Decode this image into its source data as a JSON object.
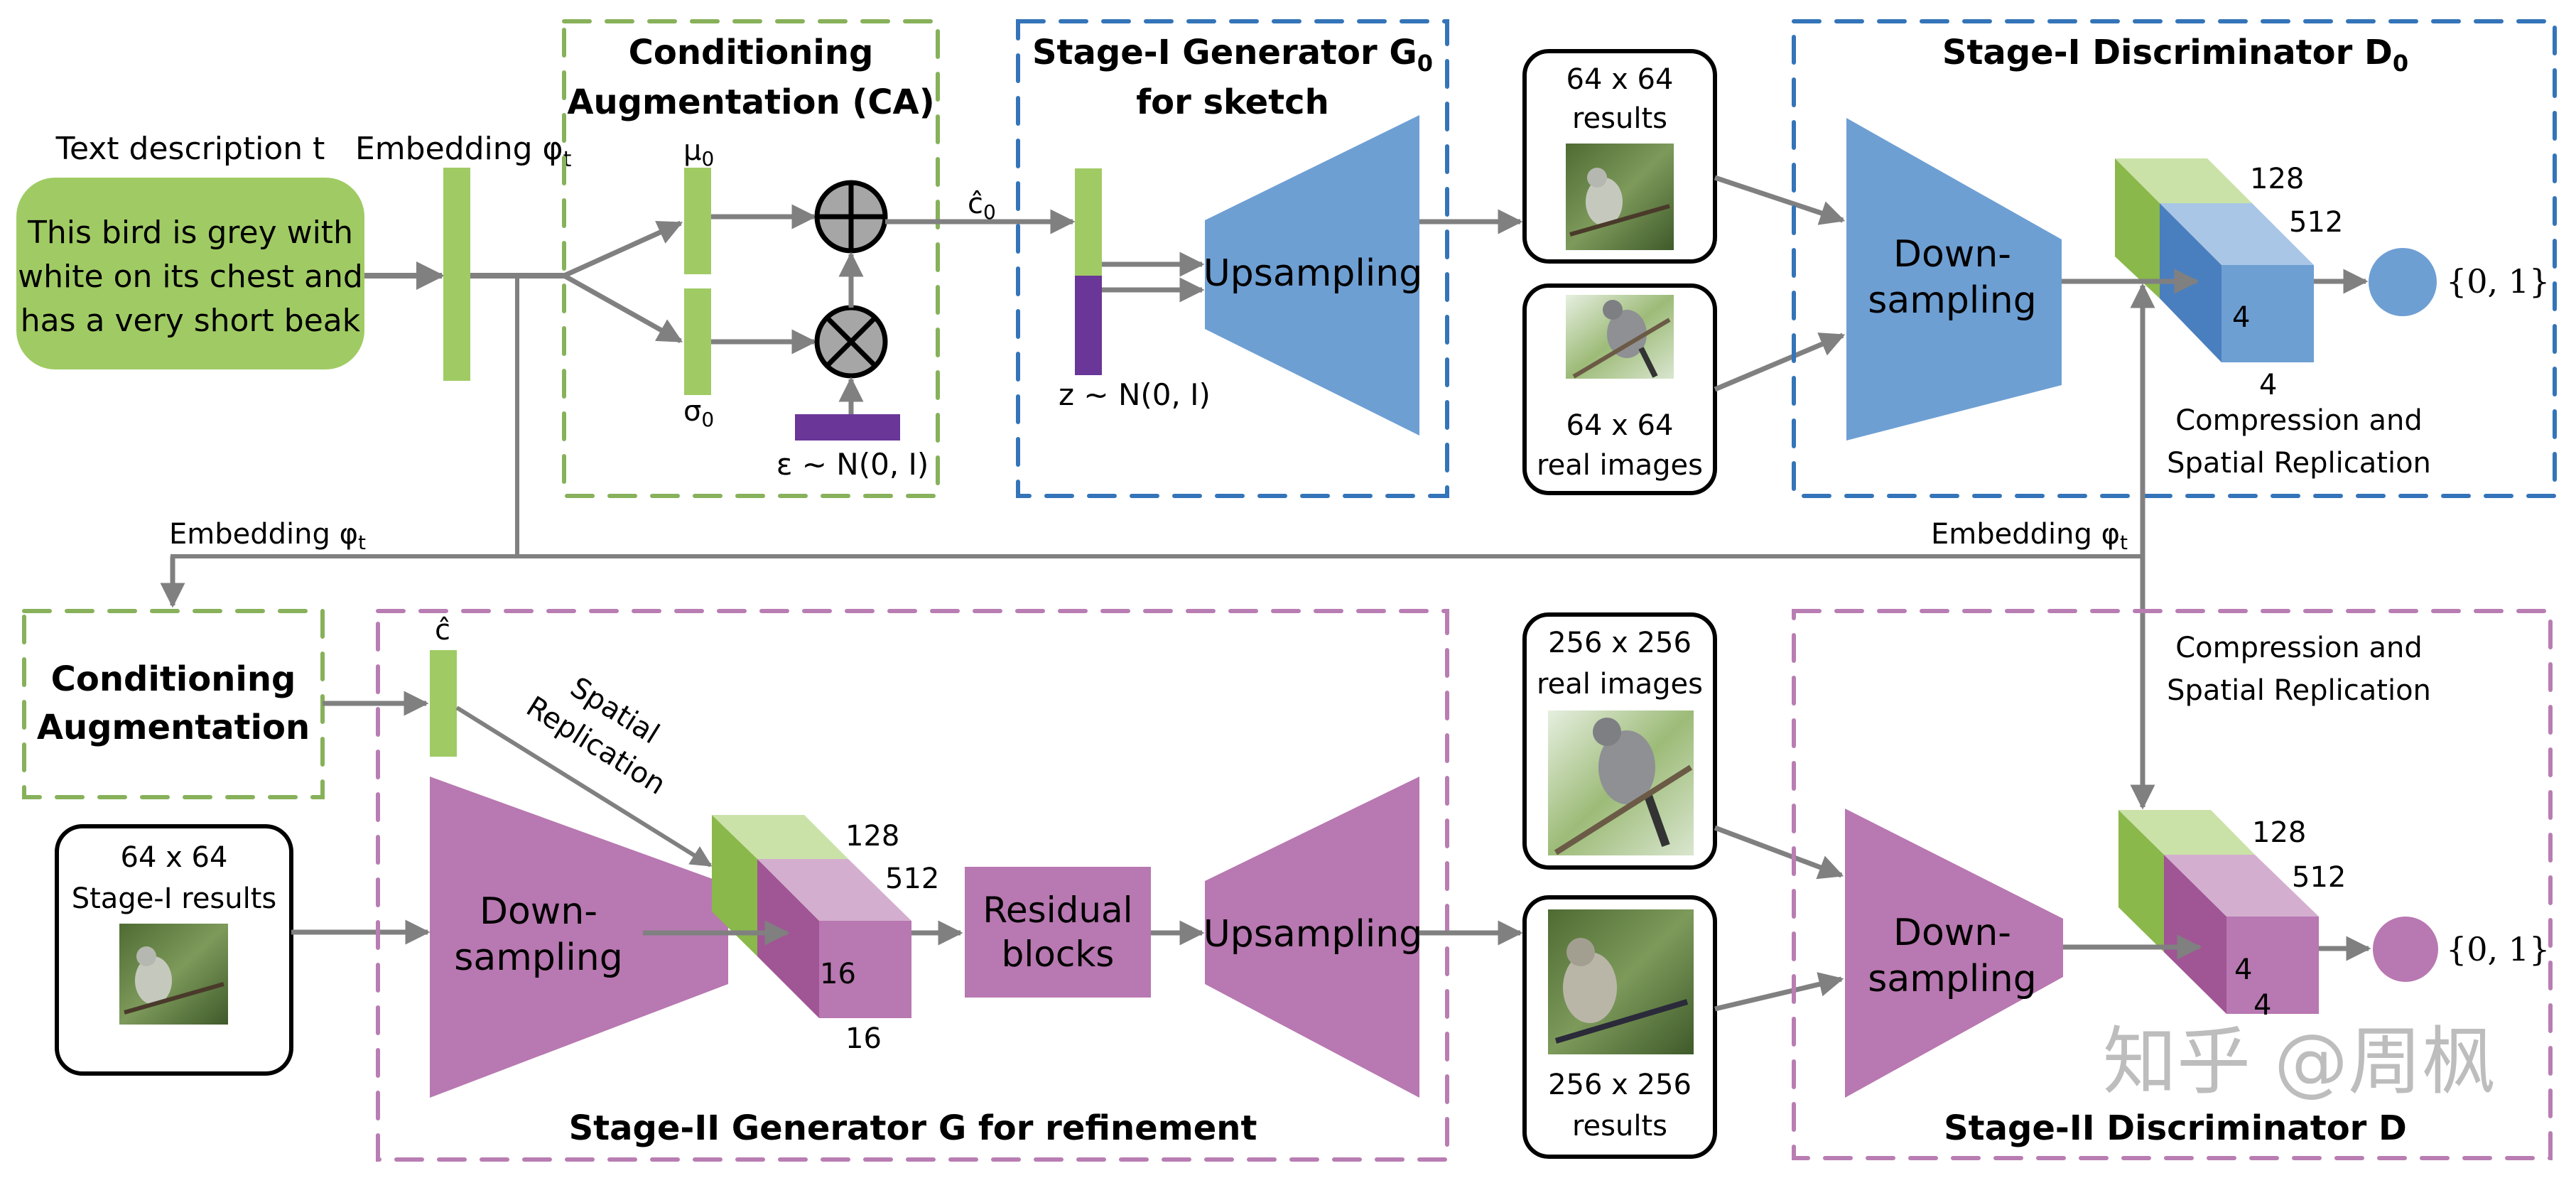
{
  "colors": {
    "green": "#a0cb64",
    "green_dark": "#8ab84b",
    "green_light": "#cae2a7",
    "blue": "#6e9fd3",
    "blue_dark": "#4a7fbf",
    "blue_light": "#a9c6e6",
    "purple": "#6a3697",
    "magenta": "#b878b1",
    "magenta_dark": "#a05595",
    "magenta_light": "#d4aecf",
    "arrow": "#808080",
    "dash_green": "#87b15a",
    "dash_blue": "#3474b8",
    "dash_magenta": "#b87db2",
    "op_fill": "#a6a6a6"
  },
  "stage1": {
    "text_title": "Text description t",
    "text_lines": [
      "This bird is grey with",
      "white on its chest and",
      "has a very short beak"
    ],
    "embedding_label": "Embedding φ",
    "embedding_sub": "t",
    "ca": {
      "title_line1": "Conditioning",
      "title_line2": "Augmentation (CA)",
      "mu": "μ",
      "mu_sub": "0",
      "sigma": "σ",
      "sigma_sub": "0",
      "epsilon": "ε ~ N(0, I)",
      "plus_icon": "plus-circle-icon",
      "times_icon": "times-circle-icon"
    },
    "c0_label": "ĉ",
    "c0_sub": "0",
    "generator": {
      "title_line1": "Stage-I Generator G",
      "title_sub": "0",
      "title_line2": "for sketch",
      "z_label": "z ~ N(0, I)",
      "block": "Upsampling"
    },
    "results_box": {
      "line1": "64 x 64",
      "line2": "results"
    },
    "real_box": {
      "line1": "64 x 64",
      "line2": "real images"
    },
    "discriminator": {
      "title": "Stage-I Discriminator D",
      "title_sub": "0",
      "block_line1": "Down-",
      "block_line2": "sampling",
      "dim_128": "128",
      "dim_512": "512",
      "dim_4a": "4",
      "dim_4b": "4",
      "caption_line1": "Compression and",
      "caption_line2": "Spatial Replication",
      "output": "{0, 1}"
    }
  },
  "link": {
    "embedding_left": "Embedding φ",
    "embedding_left_sub": "t",
    "embedding_right": "Embedding φ",
    "embedding_right_sub": "t"
  },
  "stage2": {
    "ca_line1": "Conditioning",
    "ca_line2": "Augmentation",
    "input_box": {
      "line1": "64 x 64",
      "line2": "Stage-I results"
    },
    "generator": {
      "c_label": "ĉ",
      "spatial_line1": "Spatial",
      "spatial_line2": "Replication",
      "down_line1": "Down-",
      "down_line2": "sampling",
      "dim_128": "128",
      "dim_512": "512",
      "dim_16a": "16",
      "dim_16b": "16",
      "res_line1": "Residual",
      "res_line2": "blocks",
      "up": "Upsampling",
      "title": "Stage-II Generator G for refinement"
    },
    "real_box": {
      "line1": "256 x 256",
      "line2": "real images"
    },
    "results_box": {
      "line1": "256 x 256",
      "line2": "results"
    },
    "discriminator": {
      "caption_line1": "Compression and",
      "caption_line2": "Spatial Replication",
      "block_line1": "Down-",
      "block_line2": "sampling",
      "dim_128": "128",
      "dim_512": "512",
      "dim_4a": "4",
      "dim_4b": "4",
      "output": "{0, 1}",
      "title": "Stage-II Discriminator D"
    }
  },
  "watermark": "知乎 @周枫"
}
